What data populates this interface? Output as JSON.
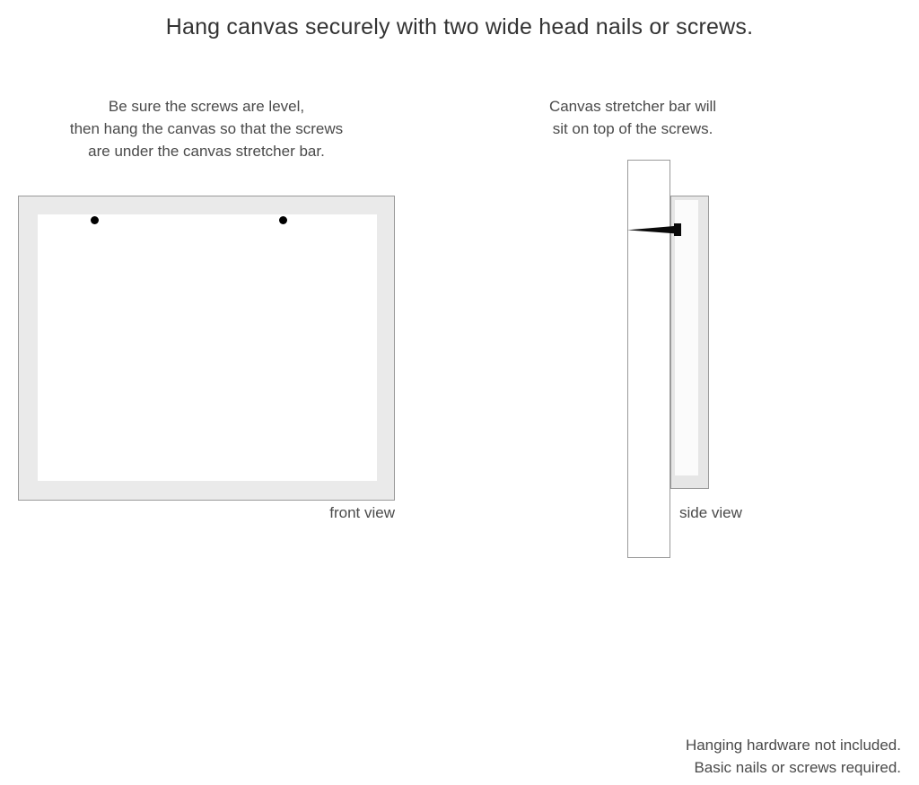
{
  "headline": "Hang canvas securely with two wide head nails or screws.",
  "captions": {
    "left": [
      "Be sure the screws are level,",
      "then hang the canvas so that the screws",
      "are under the canvas stretcher bar."
    ],
    "right": [
      "Canvas stretcher bar will",
      "sit on top of the screws."
    ]
  },
  "views": {
    "front_label": "front view",
    "side_label": "side view"
  },
  "footer": [
    "Hanging hardware not included.",
    "Basic nails or screws required."
  ],
  "colors": {
    "frame_fill": "#eaeaea",
    "frame_stroke": "#9a9a9a",
    "canvas_face": "#ffffff",
    "screw": "#000000",
    "text": "#3a3a3a"
  },
  "diagram": {
    "front_view": {
      "screw_count": 2,
      "screw_positions": [
        "left",
        "right"
      ]
    },
    "side_view": {
      "parts": [
        "wall",
        "canvas stretcher bar",
        "screw"
      ]
    }
  }
}
